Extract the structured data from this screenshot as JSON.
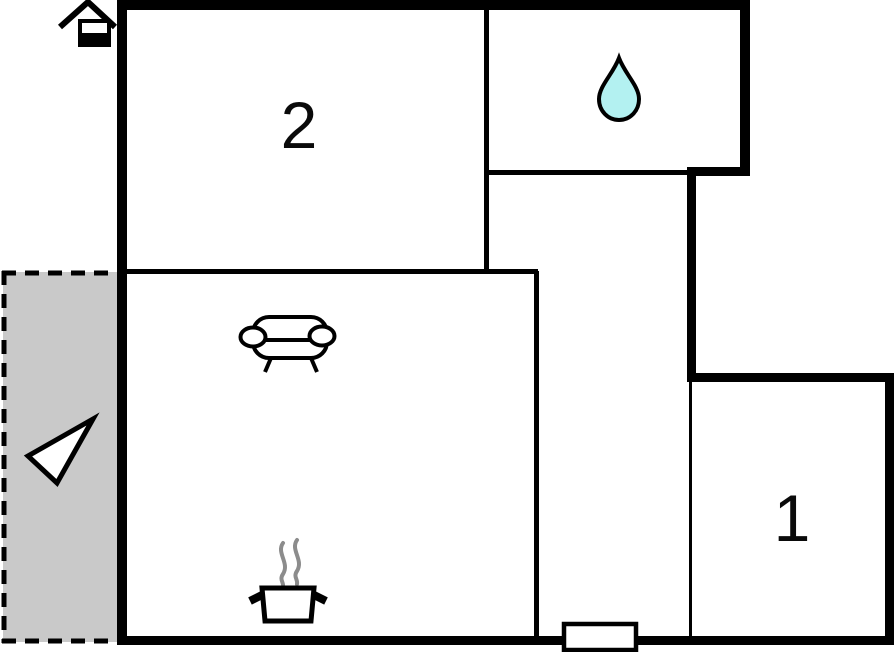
{
  "floorplan": {
    "rooms": [
      {
        "id": "room-2",
        "label": "2"
      },
      {
        "id": "room-1",
        "label": "1"
      }
    ],
    "icons": {
      "house": "house-icon",
      "water_drop": "water-drop-icon",
      "sofa": "sofa-icon",
      "cooking_pot": "cooking-pot-icon",
      "north_arrow": "north-arrow-icon",
      "entrance_door": "entrance-door"
    },
    "colors": {
      "wall": "#000000",
      "terrace_fill": "#c9c9c9",
      "water_drop_fill": "#b3f1f1",
      "steam": "#8c8c8c",
      "icon_fill": "#ffffff",
      "background": "#ffffff"
    }
  }
}
